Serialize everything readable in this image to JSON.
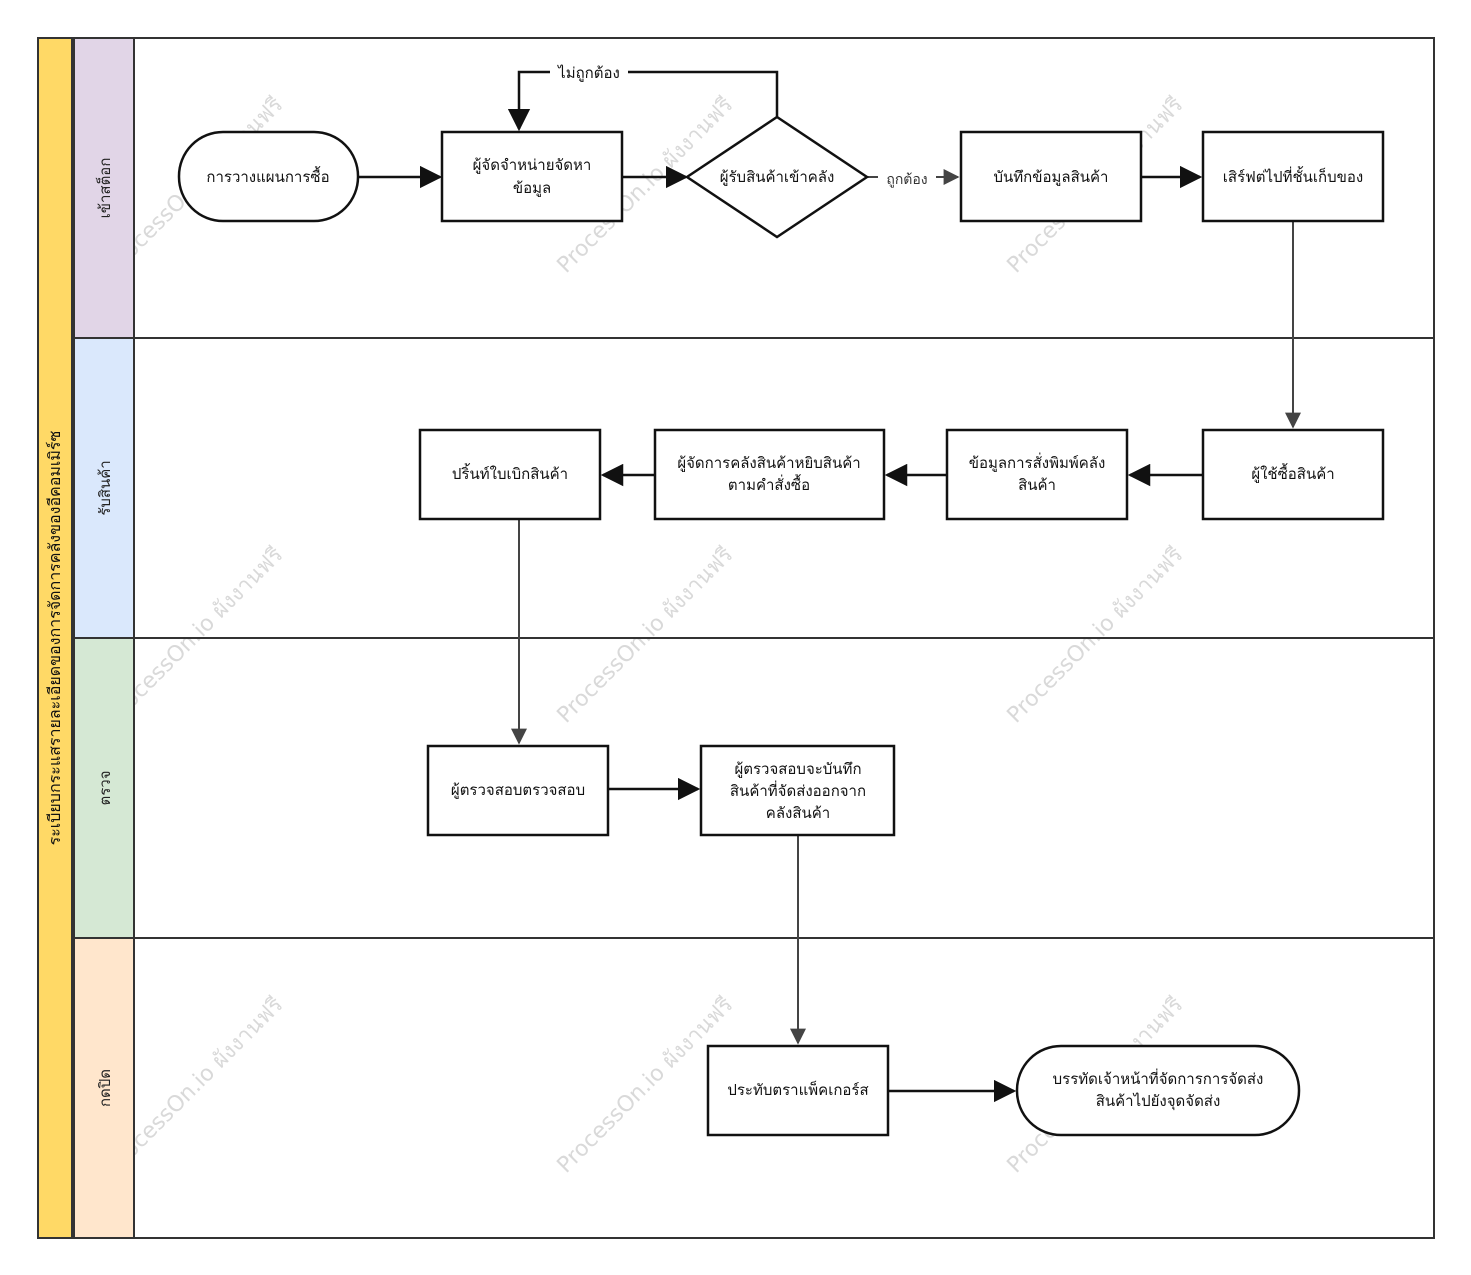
{
  "title": "ระเบียบกระแสรายละเอียดของการจัดการคลังของอีคอมเมิร์ซ",
  "lanes": [
    {
      "label": "เข้าสต็อก",
      "color": "#e1d5e7"
    },
    {
      "label": "รับสินค้า",
      "color": "#dae8fc"
    },
    {
      "label": "ตรวจ",
      "color": "#d5e8d4"
    },
    {
      "label": "กดปิด",
      "color": "#ffe6cc"
    }
  ],
  "title_color": "#ffd966",
  "nodes": {
    "n1": [
      "การวางแผนการซื้อ"
    ],
    "n2": [
      "ผู้จัดจำหน่ายจัดหา",
      "ข้อมูล"
    ],
    "n3": [
      "ผู้รับสินค้าเข้าคลัง"
    ],
    "n4": [
      "บันทึกข้อมูลสินค้า"
    ],
    "n5": [
      "เสิร์ฟต่ไปที่ชั้นเก็บของ"
    ],
    "n6": [
      "ผู้ใช้ซื้อสินค้า"
    ],
    "n7": [
      "ข้อมูลการสั่งพิมพ์คลัง",
      "สินค้า"
    ],
    "n8": [
      "ผู้จัดการคลังสินค้าหยิบสินค้า",
      "ตามคำสั่งซื้อ"
    ],
    "n9": [
      "ปริ้นท์ใบเบิกสินค้า"
    ],
    "n10": [
      "ผู้ตรวจสอบตรวจสอบ"
    ],
    "n11": [
      "ผู้ตรวจสอบจะบันทึก",
      "สินค้าที่จัดส่งออกจาก",
      "คลังสินค้า"
    ],
    "n12": [
      "ประทับตราแพ็คเกอร์ส"
    ],
    "n13": [
      "บรรทัดเจ้าหน้าที่จัดการการจัดส่ง",
      "สินค้าไปยังจุดจัดส่ง"
    ]
  },
  "edge_labels": {
    "wrong": "ไม่ถูกต้อง",
    "correct": "ถูกต้อง"
  },
  "watermark": "ProcessOn.io ผังงานฟรี"
}
